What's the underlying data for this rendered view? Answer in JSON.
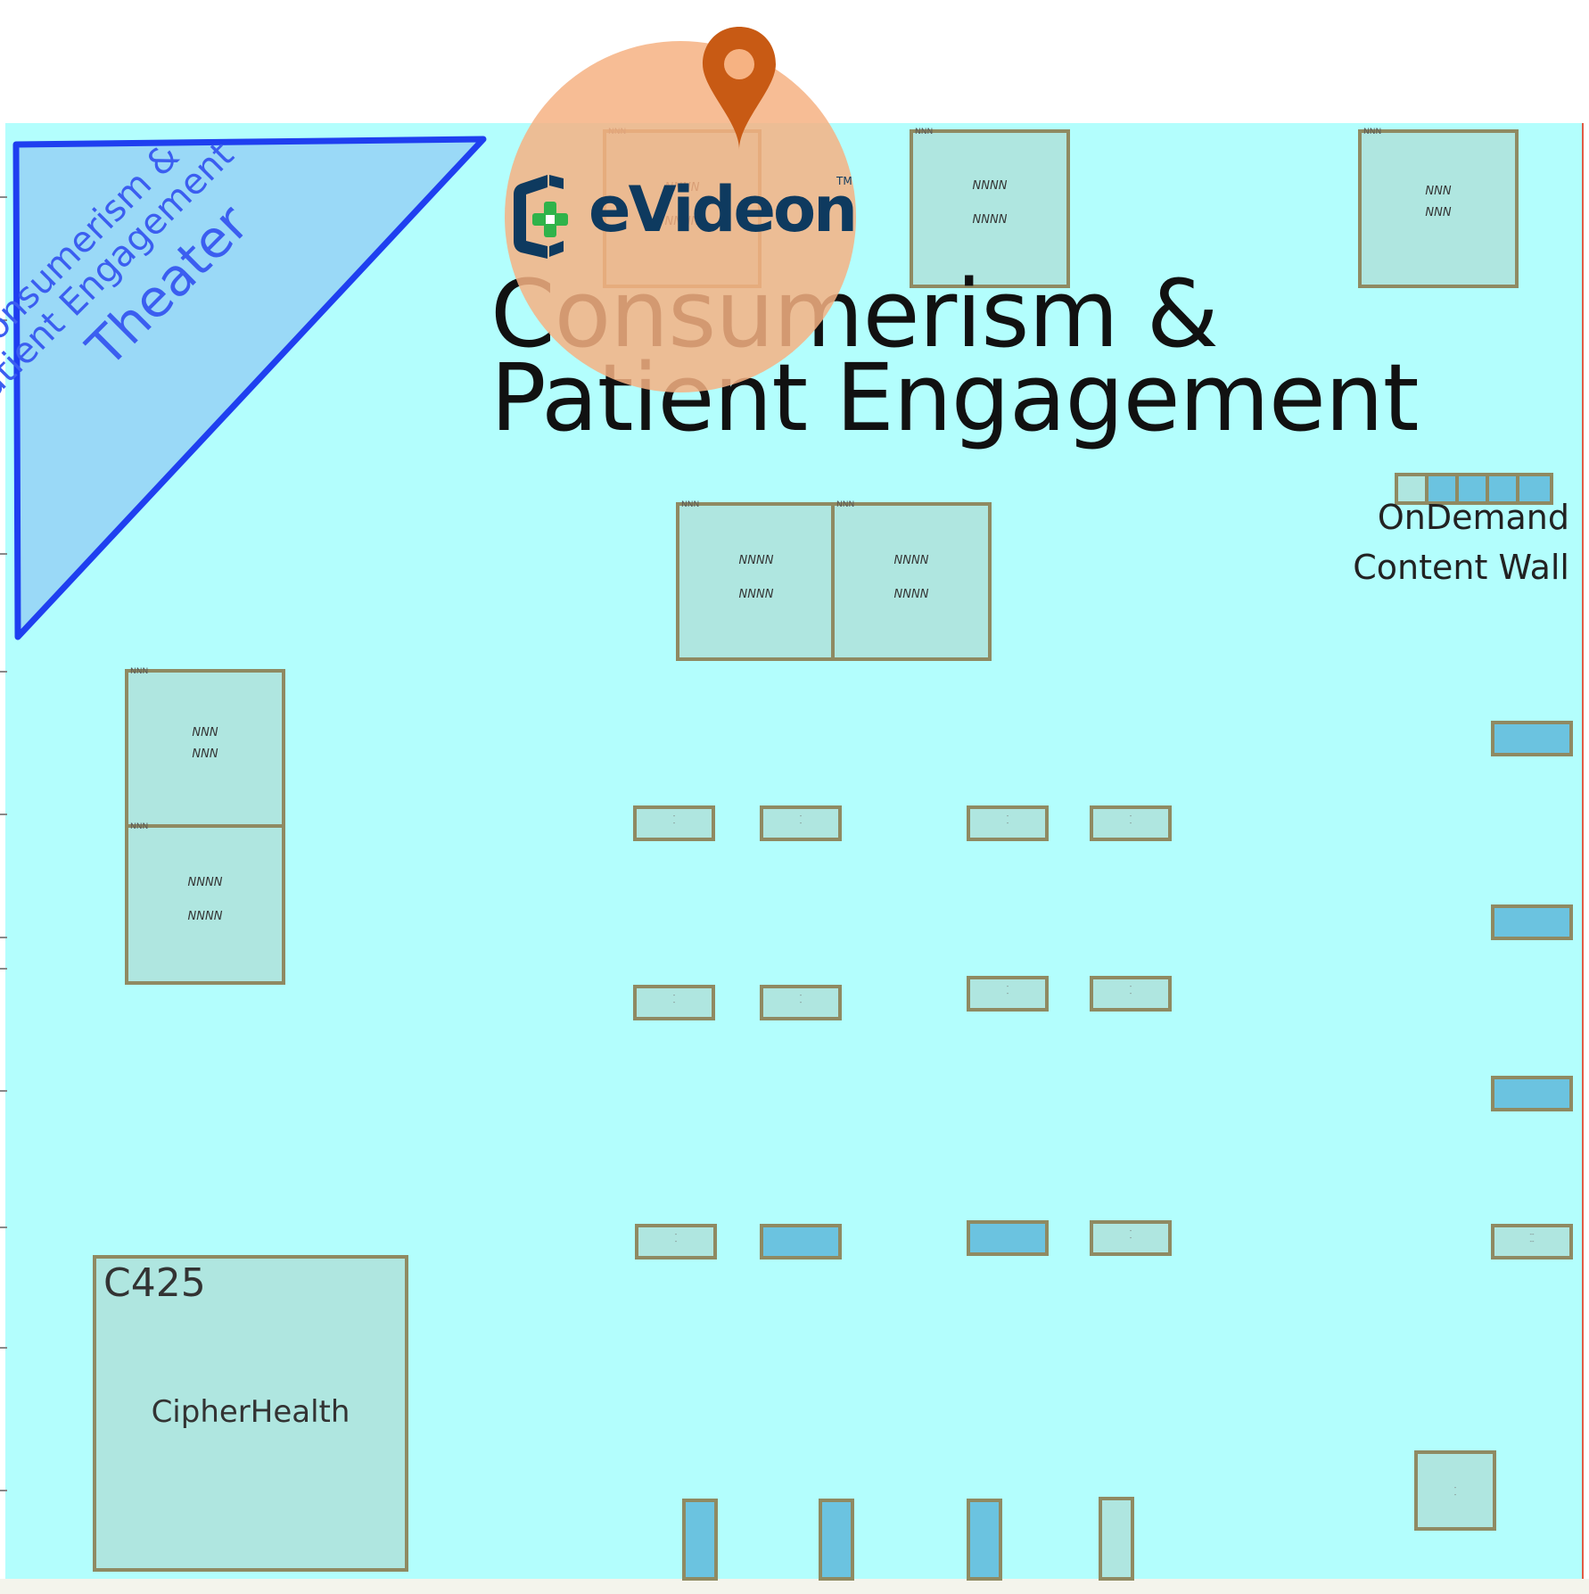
{
  "theater": {
    "line1": "Consumerism &",
    "line2": "Patient Engagement",
    "line3": "Theater"
  },
  "pavilion_title": {
    "line1": "Consumerism &",
    "line2": "Patient Engagement"
  },
  "content_wall": {
    "line1": "OnDemand",
    "line2": "Content Wall"
  },
  "booth_c425": {
    "number": "C425",
    "exhibitor": "CipherHealth"
  },
  "featured_exhibitor": {
    "logo_text": "eVideon",
    "trademark": "TM"
  },
  "booth_placeholders": {
    "four": "NNNN",
    "three": "NNN",
    "small": "NNN"
  },
  "colors": {
    "floor": "#b3fefd",
    "booth": "#afe6e0",
    "booth_taken": "#6bc3e0",
    "booth_border": "#8f8a62",
    "theater_fill": "#9ad9f7",
    "theater_border": "#1f3ff0",
    "marker": "#c85a14",
    "marker_halo": "#f6b282",
    "logo_navy": "#0e3a5f",
    "logo_green": "#2fb34a"
  },
  "icons": {
    "pin": "map-pin-icon",
    "logo_mark": "evideon-cross-icon"
  }
}
